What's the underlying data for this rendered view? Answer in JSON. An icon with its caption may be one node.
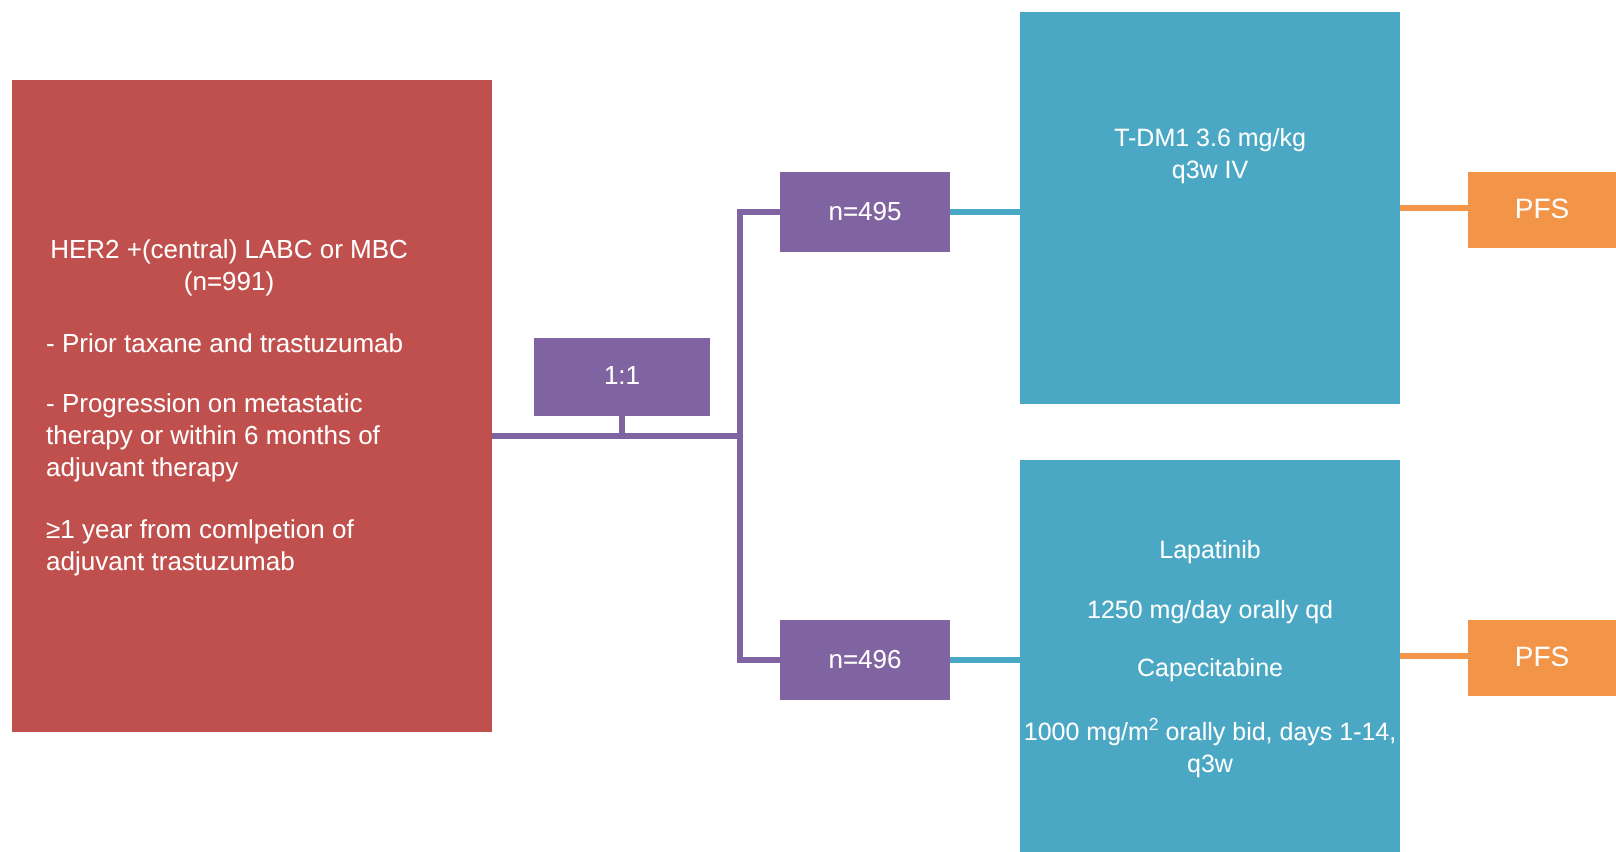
{
  "diagram": {
    "nodes": [
      {
        "text": [
          "HER2 +(central) LABC or MBC (n=991)",
          "- Prior taxane and trastuzumab",
          "- Progression on metastatic therapy  or within 6 months of adjuvant therapy",
          "≥1 year from comlpetion of adjuvant trastuzumab"
        ]
      },
      {
        "text": [
          "1:1"
        ]
      },
      {
        "text": [
          "n=495"
        ]
      },
      {
        "text": [
          "n=496"
        ]
      },
      {
        "text": [
          "T-DM1 3.6 mg/kg q3w IV"
        ]
      },
      {
        "text": [
          "Lapatinib",
          "1250 mg/day orally qd",
          "Capecitabine",
          "1000 mg/m$^{2}$ orally bid, days 1-14, q3w"
        ]
      },
      {
        "text": [
          "PFS"
        ]
      },
      {
        "text": [
          "PFS"
        ]
      }
    ],
    "edges": [
      {
        "from": 0,
        "to": 2,
        "arrow": "none"
      },
      {
        "from": 0,
        "to": 3,
        "arrow": "none"
      },
      {
        "from": 2,
        "to": 4,
        "arrow": "none",
        "color": "#4ba8c4"
      },
      {
        "from": 3,
        "to": 5,
        "arrow": "none",
        "color": "#4ba8c4"
      },
      {
        "from": 4,
        "to": 6,
        "arrow": "none",
        "color": "#f29548"
      },
      {
        "from": 5,
        "to": 7,
        "arrow": "none",
        "color": "#f29548"
      },
      {
        "from": 1,
        "to": 2,
        "arrow": "none"
      },
      {
        "from": 1,
        "to": 3,
        "arrow": "none"
      }
    ]
  }
}
